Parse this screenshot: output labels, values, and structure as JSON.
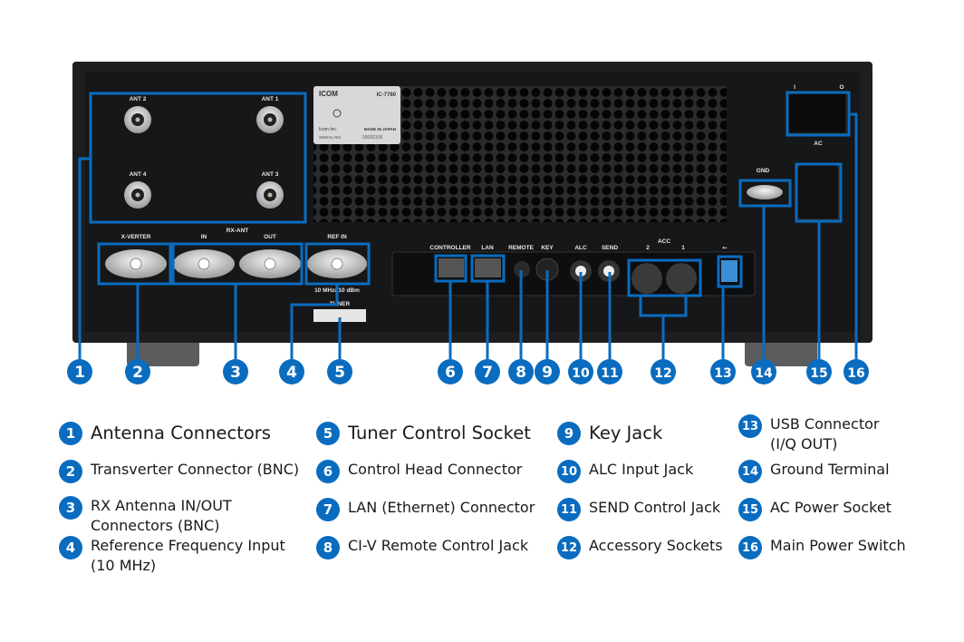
{
  "device": {
    "brand": "ICOM",
    "model": "IC-7760",
    "maker_line": "Icom Inc.",
    "made_in": "MADE IN JAPAN",
    "serial_label": "SERIAL NO.",
    "serial_value": "00000106"
  },
  "panel_labels": {
    "ant2": "ANT 2",
    "ant1": "ANT 1",
    "ant4": "ANT 4",
    "ant3": "ANT 3",
    "xverter": "X-VERTER",
    "rx_ant": "RX-ANT",
    "in": "IN",
    "out": "OUT",
    "ref_in": "REF IN",
    "ref_spec": "10 MHz/-10 dBm",
    "tuner": "TUNER",
    "controller": "CONTROLLER",
    "lan": "LAN",
    "remote": "REMOTE",
    "key": "KEY",
    "alc": "ALC",
    "send": "SEND",
    "acc": "ACC",
    "acc2": "2",
    "acc1": "1",
    "usb_symbol": "⭠",
    "gnd": "GND",
    "ac": "AC",
    "switch_on": "I",
    "switch_off": "O"
  },
  "colors": {
    "accent": "#0a6cbf",
    "chassis": "#1d1e20",
    "panel": "#141517"
  },
  "markers": [
    "1",
    "2",
    "3",
    "4",
    "5",
    "6",
    "7",
    "8",
    "9",
    "10",
    "11",
    "12",
    "13",
    "14",
    "15",
    "16"
  ],
  "legend": [
    {
      "num": "1",
      "lines": [
        "Antenna Connectors"
      ]
    },
    {
      "num": "2",
      "lines": [
        "Transverter Connector (BNC)"
      ]
    },
    {
      "num": "3",
      "lines": [
        "RX Antenna IN/OUT",
        "Connectors (BNC)"
      ]
    },
    {
      "num": "4",
      "lines": [
        "Reference Frequency Input",
        "(10 MHz)"
      ]
    },
    {
      "num": "5",
      "lines": [
        "Tuner Control Socket"
      ]
    },
    {
      "num": "6",
      "lines": [
        "Control Head Connector"
      ]
    },
    {
      "num": "7",
      "lines": [
        "LAN (Ethernet) Connector"
      ]
    },
    {
      "num": "8",
      "lines": [
        "CI-V Remote Control Jack"
      ]
    },
    {
      "num": "9",
      "lines": [
        "Key Jack"
      ]
    },
    {
      "num": "10",
      "lines": [
        "ALC Input Jack"
      ]
    },
    {
      "num": "11",
      "lines": [
        "SEND Control Jack"
      ]
    },
    {
      "num": "12",
      "lines": [
        "Accessory Sockets"
      ]
    },
    {
      "num": "13",
      "lines": [
        "USB Connector",
        "(I/Q OUT)"
      ]
    },
    {
      "num": "14",
      "lines": [
        "Ground Terminal"
      ]
    },
    {
      "num": "15",
      "lines": [
        "AC Power Socket"
      ]
    },
    {
      "num": "16",
      "lines": [
        "Main Power Switch"
      ]
    }
  ]
}
